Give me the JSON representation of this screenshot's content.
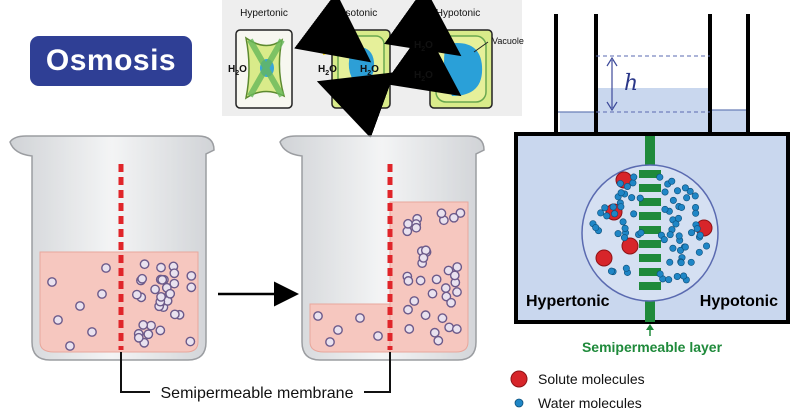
{
  "title": "Osmosis",
  "cells": {
    "labels": [
      "Hypertonic",
      "Isotonic",
      "Hypotonic"
    ],
    "water_formula": "H",
    "water_subscript": "2",
    "water_suffix": "O",
    "vacuole_label": "Vacuole"
  },
  "beakers": {
    "membrane_label": "Semipermeable membrane"
  },
  "u_tube": {
    "height_symbol": "h",
    "left_label": "Hypertonic",
    "right_label": "Hypotonic",
    "layer_label": "Semipermeable layer"
  },
  "legend": {
    "items": [
      {
        "label": "Solute molecules"
      },
      {
        "label": "Water molecules"
      }
    ]
  },
  "colors": {
    "badge": "#2f3f95",
    "membrane_red": "#e0252a",
    "layer_green": "#1f8a3b",
    "solute_red": "#d7252a",
    "water_blue": "#1f86c6",
    "beaker_fluid": "#f6c7bf",
    "cell_wall_green": "#6aa84f",
    "arrow_yellow": "#f5d500"
  }
}
